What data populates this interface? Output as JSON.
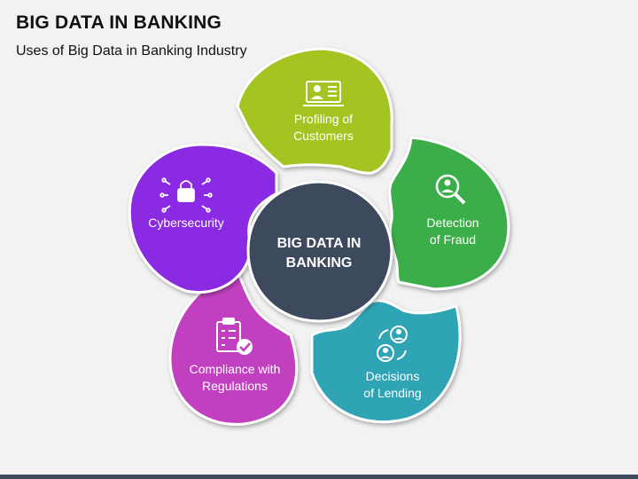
{
  "header": {
    "title": "BIG DATA IN BANKING",
    "subtitle": "Uses of Big Data in Banking Industry"
  },
  "center": {
    "line1": "BIG DATA IN",
    "line2": "BANKING"
  },
  "segments": [
    {
      "id": "profiling",
      "line1": "Profiling of",
      "line2": "Customers",
      "icon": "customer-profile-icon",
      "color": "#a4c423"
    },
    {
      "id": "fraud",
      "line1": "Detection",
      "line2": "of Fraud",
      "icon": "magnifier-person-icon",
      "color": "#3aae49"
    },
    {
      "id": "lending",
      "line1": "Decisions",
      "line2": "of Lending",
      "icon": "users-exchange-icon",
      "color": "#2ea4b4"
    },
    {
      "id": "compliance",
      "line1": "Compliance with",
      "line2": "Regulations",
      "icon": "checklist-icon",
      "color": "#c13fbf"
    },
    {
      "id": "cybersecurity",
      "line1": "Cybersecurity",
      "line2": "",
      "icon": "padlock-circuit-icon",
      "color": "#8a2be2"
    }
  ],
  "colors": {
    "center": "#3e4a5b",
    "background": "#f2f2f2"
  }
}
